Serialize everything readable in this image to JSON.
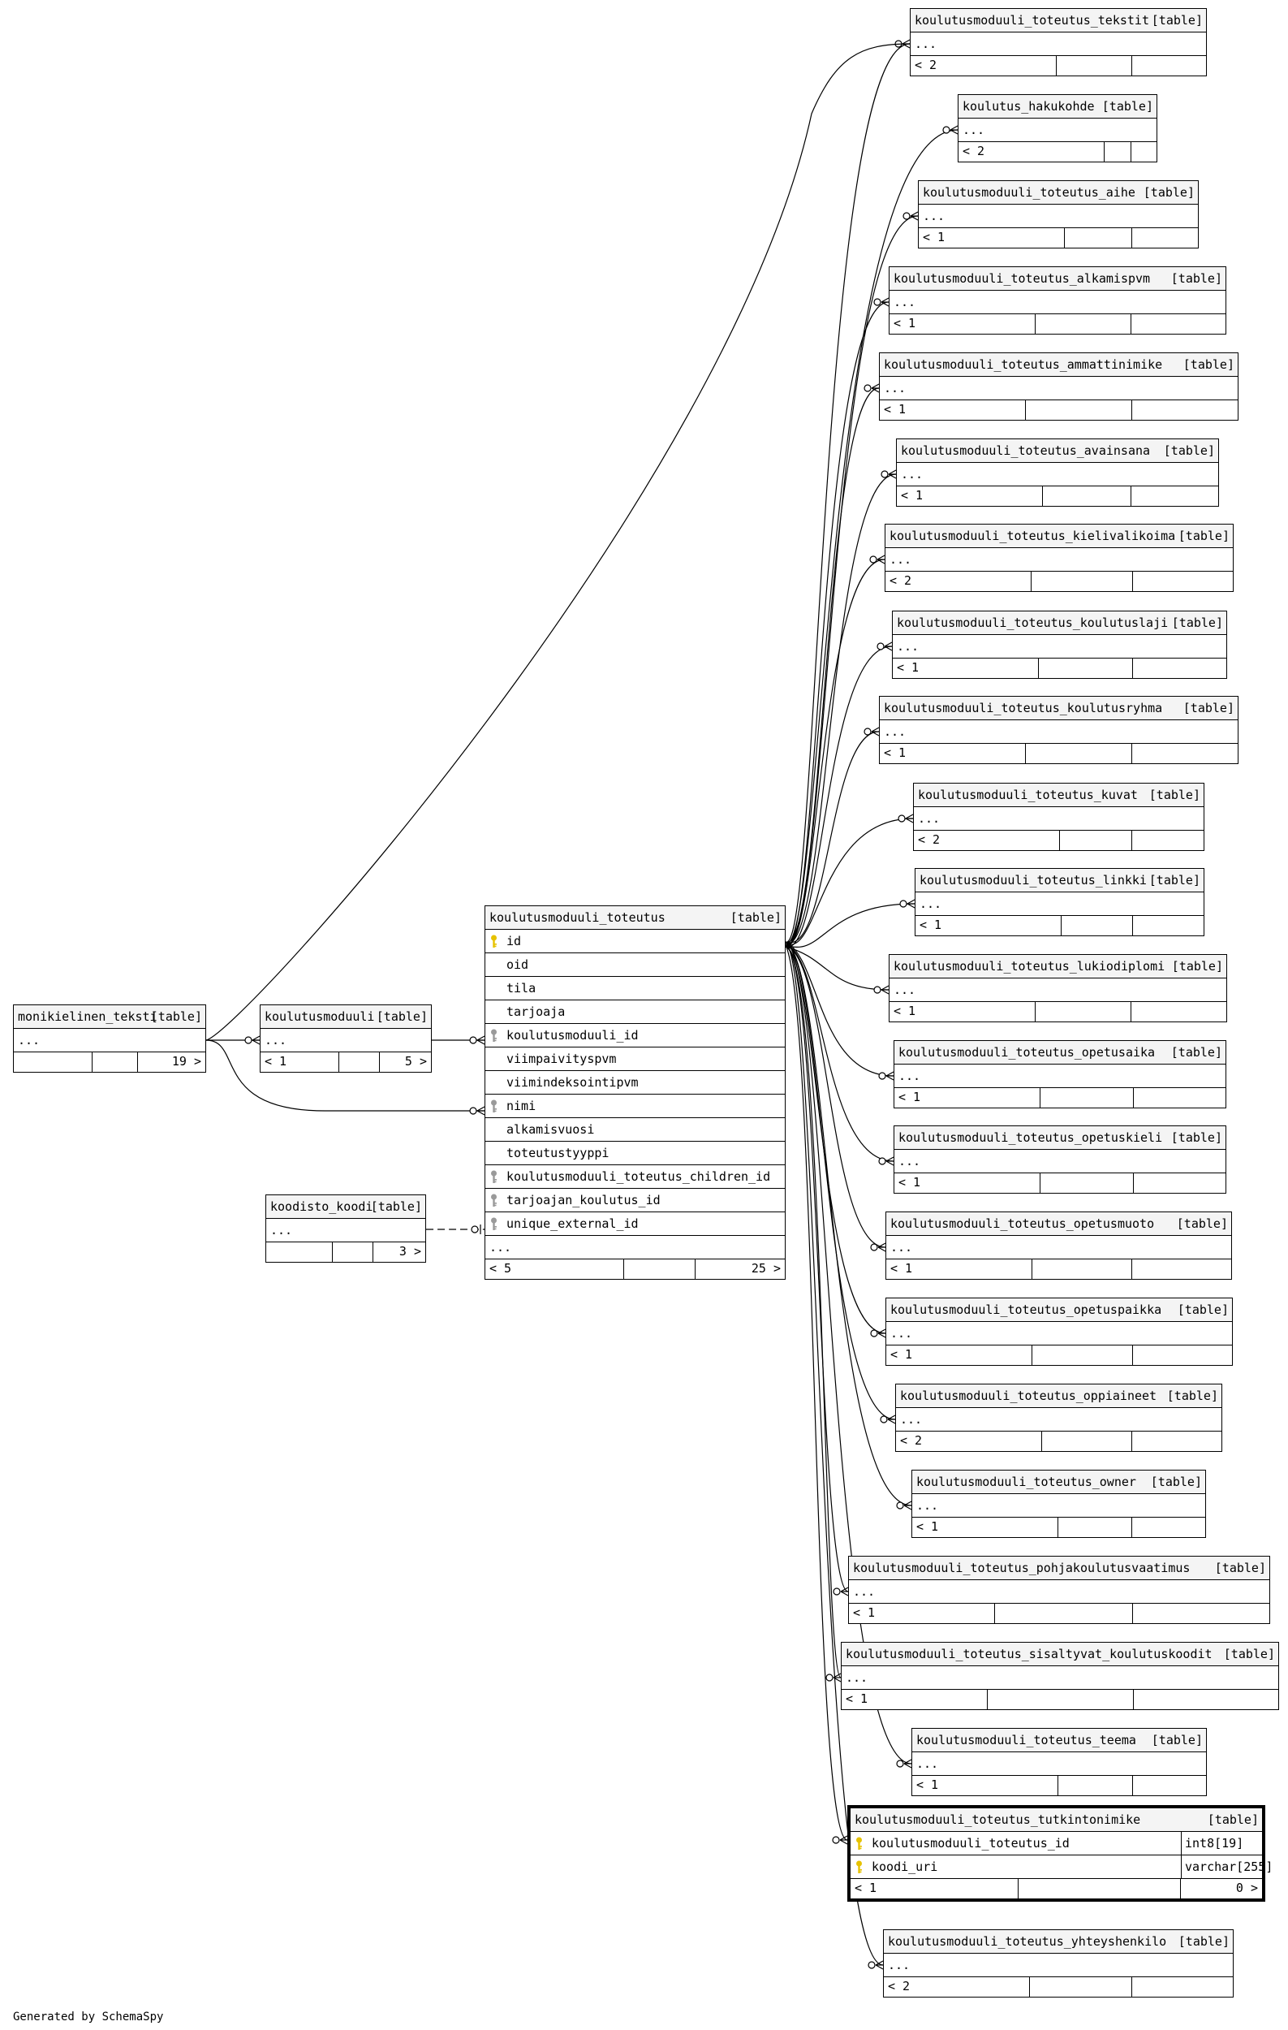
{
  "footer_text": "Generated by SchemaSpy",
  "tables": {
    "monikielinen_teksti": {
      "name": "monikielinen_teksti",
      "tag": "[table]",
      "more": "...",
      "parents": "",
      "children": "19 >"
    },
    "koulutusmoduuli": {
      "name": "koulutusmoduuli",
      "tag": "[table]",
      "more": "...",
      "parents": "< 1",
      "children": "5 >"
    },
    "koodisto_koodi": {
      "name": "koodisto_koodi",
      "tag": "[table]",
      "more": "...",
      "parents": "",
      "children": "3 >"
    },
    "koulutusmoduuli_toteutus": {
      "name": "koulutusmoduuli_toteutus",
      "tag": "[table]",
      "more": "...",
      "parents": "< 5",
      "children": "25 >",
      "columns": [
        {
          "name": "id",
          "key": "pk"
        },
        {
          "name": "oid",
          "key": ""
        },
        {
          "name": "tila",
          "key": ""
        },
        {
          "name": "tarjoaja",
          "key": ""
        },
        {
          "name": "koulutusmoduuli_id",
          "key": "fk"
        },
        {
          "name": "viimpaivityspvm",
          "key": ""
        },
        {
          "name": "viimindeksointipvm",
          "key": ""
        },
        {
          "name": "nimi",
          "key": "fk"
        },
        {
          "name": "alkamisvuosi",
          "key": ""
        },
        {
          "name": "toteutustyyppi",
          "key": ""
        },
        {
          "name": "koulutusmoduuli_toteutus_children_id",
          "key": "fk"
        },
        {
          "name": "tarjoajan_koulutus_id",
          "key": "fk"
        },
        {
          "name": "unique_external_id",
          "key": "fk"
        }
      ]
    },
    "tutkintonimike": {
      "name": "koulutusmoduuli_toteutus_tutkintonimike",
      "tag": "[table]",
      "parents": "< 1",
      "children": "0 >",
      "columns": [
        {
          "name": "koulutusmoduuli_toteutus_id",
          "type": "int8[19]",
          "key": "pk"
        },
        {
          "name": "koodi_uri",
          "type": "varchar[255]",
          "key": "pk"
        }
      ]
    }
  },
  "child_tables": [
    {
      "name": "koulutusmoduuli_toteutus_tekstit",
      "tag": "[table]",
      "more": "...",
      "parents": "< 2"
    },
    {
      "name": "koulutus_hakukohde",
      "tag": "[table]",
      "more": "...",
      "parents": "< 2"
    },
    {
      "name": "koulutusmoduuli_toteutus_aihe",
      "tag": "[table]",
      "more": "...",
      "parents": "< 1"
    },
    {
      "name": "koulutusmoduuli_toteutus_alkamispvm",
      "tag": "[table]",
      "more": "...",
      "parents": "< 1"
    },
    {
      "name": "koulutusmoduuli_toteutus_ammattinimike",
      "tag": "[table]",
      "more": "...",
      "parents": "< 1"
    },
    {
      "name": "koulutusmoduuli_toteutus_avainsana",
      "tag": "[table]",
      "more": "...",
      "parents": "< 1"
    },
    {
      "name": "koulutusmoduuli_toteutus_kielivalikoima",
      "tag": "[table]",
      "more": "...",
      "parents": "< 2"
    },
    {
      "name": "koulutusmoduuli_toteutus_koulutuslaji",
      "tag": "[table]",
      "more": "...",
      "parents": "< 1"
    },
    {
      "name": "koulutusmoduuli_toteutus_koulutusryhma",
      "tag": "[table]",
      "more": "...",
      "parents": "< 1"
    },
    {
      "name": "koulutusmoduuli_toteutus_kuvat",
      "tag": "[table]",
      "more": "...",
      "parents": "< 2"
    },
    {
      "name": "koulutusmoduuli_toteutus_linkki",
      "tag": "[table]",
      "more": "...",
      "parents": "< 1"
    },
    {
      "name": "koulutusmoduuli_toteutus_lukiodiplomi",
      "tag": "[table]",
      "more": "...",
      "parents": "< 1"
    },
    {
      "name": "koulutusmoduuli_toteutus_opetusaika",
      "tag": "[table]",
      "more": "...",
      "parents": "< 1"
    },
    {
      "name": "koulutusmoduuli_toteutus_opetuskieli",
      "tag": "[table]",
      "more": "...",
      "parents": "< 1"
    },
    {
      "name": "koulutusmoduuli_toteutus_opetusmuoto",
      "tag": "[table]",
      "more": "...",
      "parents": "< 1"
    },
    {
      "name": "koulutusmoduuli_toteutus_opetuspaikka",
      "tag": "[table]",
      "more": "...",
      "parents": "< 1"
    },
    {
      "name": "koulutusmoduuli_toteutus_oppiaineet",
      "tag": "[table]",
      "more": "...",
      "parents": "< 2"
    },
    {
      "name": "koulutusmoduuli_toteutus_owner",
      "tag": "[table]",
      "more": "...",
      "parents": "< 1"
    },
    {
      "name": "koulutusmoduuli_toteutus_pohjakoulutusvaatimus",
      "tag": "[table]",
      "more": "...",
      "parents": "< 1"
    },
    {
      "name": "koulutusmoduuli_toteutus_sisaltyvat_koulutuskoodit",
      "tag": "[table]",
      "more": "...",
      "parents": "< 1"
    },
    {
      "name": "koulutusmoduuli_toteutus_teema",
      "tag": "[table]",
      "more": "...",
      "parents": "< 1"
    },
    {
      "name": "koulutusmoduuli_toteutus_yhteyshenkilo",
      "tag": "[table]",
      "more": "...",
      "parents": "< 2"
    }
  ]
}
